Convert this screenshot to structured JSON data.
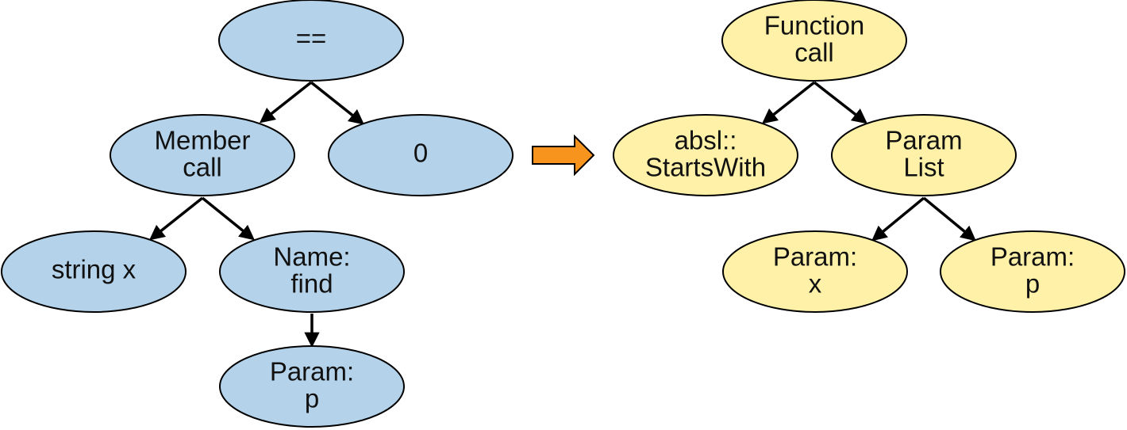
{
  "diagram": {
    "accent_colors": {
      "left_tree_fill": "#b4d3ea",
      "right_tree_fill": "#fff2a8",
      "transform_arrow": "#f7941d"
    },
    "left_tree": {
      "root": {
        "line1": "=="
      },
      "member_call": {
        "line1": "Member",
        "line2": "call"
      },
      "zero": {
        "line1": "0"
      },
      "string_x": {
        "line1": "string x"
      },
      "name_find": {
        "line1": "Name:",
        "line2": "find"
      },
      "param_p": {
        "line1": "Param:",
        "line2": "p"
      }
    },
    "right_tree": {
      "function_call": {
        "line1": "Function",
        "line2": "call"
      },
      "starts_with": {
        "line1": "absl::",
        "line2": "StartsWith"
      },
      "param_list": {
        "line1": "Param",
        "line2": "List"
      },
      "param_x": {
        "line1": "Param:",
        "line2": "x"
      },
      "param_p": {
        "line1": "Param:",
        "line2": "p"
      }
    }
  }
}
